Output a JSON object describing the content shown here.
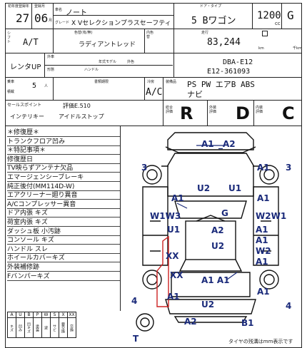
{
  "header": {
    "first_reg_label": "初年度登録",
    "year_label": "年",
    "year": "27",
    "month": "06",
    "month_label": "月",
    "name_label": "車名",
    "car_name": "ノート",
    "grade_label": "グレード",
    "grade": "X Vセレクションプラスセーフティ",
    "door_label": "ドア・タイプ",
    "door_type": "5 Bワゴン",
    "cc_value": "1200",
    "cc_unit": "cc",
    "fuel": "G"
  },
  "row2": {
    "shift_label": "シフト",
    "shift": "A/T",
    "color_label": "色替(有/無)",
    "color": "ラディアントレッド",
    "interior_label": "内色替",
    "mileage_label": "走行",
    "mileage": "83,244",
    "km": "km",
    "k_km": "千km"
  },
  "row3": {
    "rental": "レンタUP",
    "ext_label": "外車",
    "year_model": "年式モデル",
    "ext_color_label": "外色",
    "shape_label": "形態",
    "handle_label": "ハンドル",
    "model_code": "DBA-E12",
    "chassis": "E12-361093"
  },
  "row4": {
    "seating_label": "乗車",
    "seating": "5",
    "seat_unit": "人",
    "load_label": "積載",
    "doc_label": "書類期限",
    "ac_label": "冷房",
    "ac": "A/C",
    "equip_label": "装備品",
    "equip1": "PS PW エアB ABS",
    "equip2": "ナビ"
  },
  "sales": {
    "label": "セールスポイント",
    "item1": "インテリキー",
    "item2": "アイドルストップ",
    "rating": "評価E.510"
  },
  "grades": {
    "overall_label": "総合評価",
    "overall": "R",
    "exterior_label": "外装評価",
    "exterior": "D",
    "interior_label": "内装評価",
    "interior": "C"
  },
  "notes": [
    "＊修復歴＊",
    "トランクフロア凹み",
    "＊特記事項＊",
    "修復歴日",
    "TV映らずアンテナ欠品",
    "エマージェンシーブレーキ",
    "純正後付(MM114D-W)",
    "エアクリーナー廻り異音",
    "A/Cコンプレッサー異音",
    "ドア内張 キズ",
    "荷室内張 キズ",
    "ダッシュ板 小汚跡",
    "コンソール キズ",
    "ハンドル スレ",
    "ホイールカバーキズ",
    "外装補修跡",
    "Fバンパーキズ"
  ],
  "damage": {
    "top_a1": "A1",
    "top_a2": "_A2",
    "fl_3": "3",
    "fr_a1": "A1",
    "fr_3": "3",
    "hood_u2": "U2",
    "hood_u1": "U1",
    "l_a1": "A1",
    "r_a1": "A1",
    "l_w1w3": "W1W3",
    "roof_g": "G",
    "r_w2w1": "W2W1",
    "l_u1": "U1",
    "r_a1b": "A1",
    "c_a2": "A2",
    "r_a1c": "A1",
    "c_u2": "U2",
    "r_w2": "W2",
    "l_xx": "XX",
    "r_a1d": "A1",
    "rl_xx": "XX",
    "c_a1a1": "A1 A1",
    "rr_a1": "A1",
    "l_a1_red": "A1",
    "bot_u2": "U2",
    "rl_4": "4",
    "rr_4": "4",
    "b_a2": "A2",
    "b_b1": "B1",
    "t_mark": "T"
  },
  "legend": {
    "codes": [
      "A",
      "U",
      "B",
      "P",
      "W",
      "S",
      "X",
      "XX"
    ],
    "meanings": [
      "キズ",
      "凹み",
      "凹キズ",
      "塗装",
      "波",
      "サビ",
      "要交換",
      "交換"
    ],
    "tyre_note": "タイヤの残溝はmm表示です"
  },
  "colors": {
    "damage_blue": "#1a2a7a",
    "repair_red": "#cc2222"
  }
}
